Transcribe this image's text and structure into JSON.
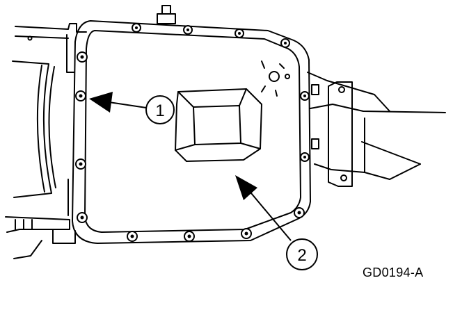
{
  "callouts": [
    {
      "label": "1"
    },
    {
      "label": "2"
    }
  ],
  "figure_code": "GD0194-A"
}
